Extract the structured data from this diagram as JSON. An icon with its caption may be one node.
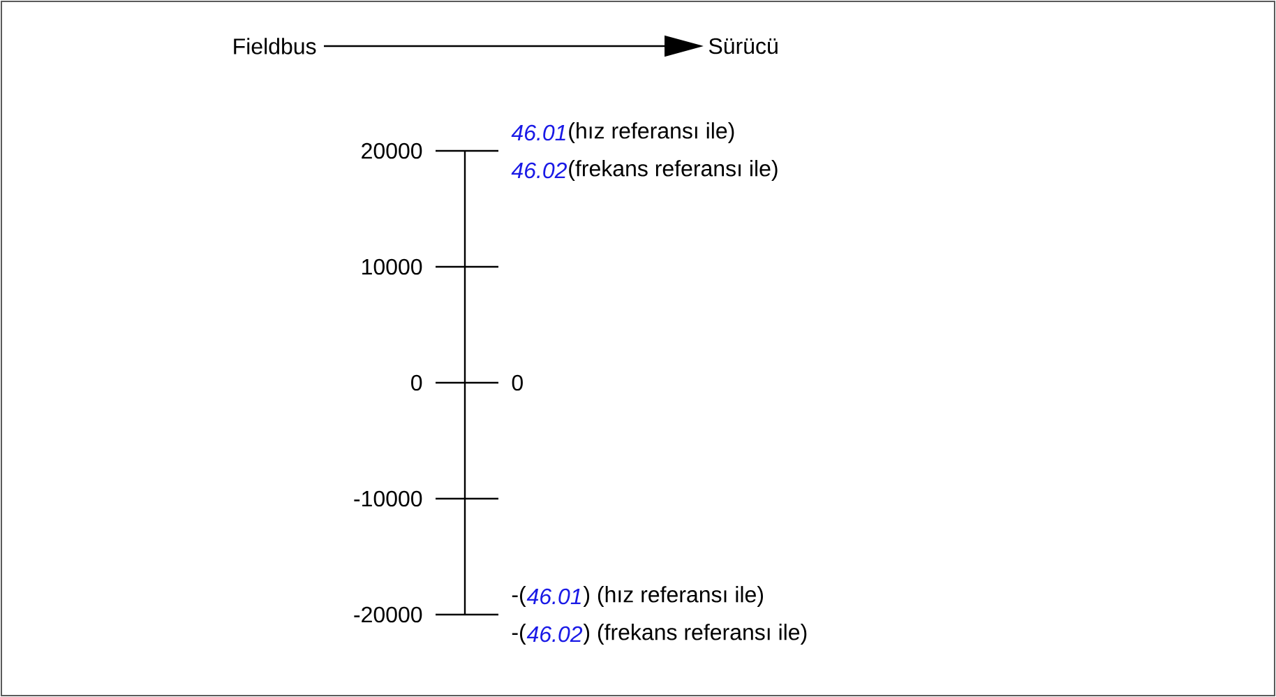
{
  "diagram": {
    "nodes": [
      {
        "text": [
          "Fieldbus"
        ]
      },
      {
        "text": [
          "Sürücü"
        ]
      }
    ],
    "edges": [
      {
        "from": 0,
        "to": 1,
        "arrow": "to"
      }
    ],
    "labels": [
      "46.01",
      "(hız referansı ile)",
      "20000",
      "46.02",
      "(frekans referansı ile)",
      "10000",
      "0",
      "0",
      "-10000",
      "-(",
      "46.01",
      ") (hız referansı ile)",
      "-20000",
      "-(",
      "46.02",
      ") (frekans referansı ile)"
    ]
  }
}
